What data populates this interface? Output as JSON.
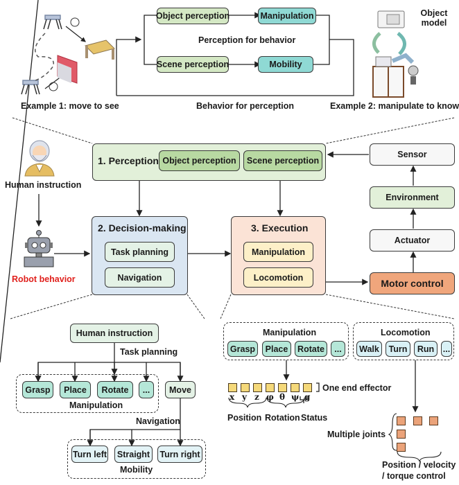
{
  "top_panel": {
    "object_perception": "Object perception",
    "scene_perception": "Scene perception",
    "manipulation": "Manipulation",
    "mobility": "Mobility",
    "perception_for_behavior": "Perception for behavior",
    "behavior_for_perception": "Behavior for perception",
    "example1": "Example 1: move to see",
    "example2": "Example 2: manipulate to know",
    "object_model": "Object model"
  },
  "left": {
    "human_instruction": "Human instruction",
    "robot_behavior": "Robot behavior",
    "robot_behavior_color": "#e0201c"
  },
  "perception": {
    "title": "1. Perception",
    "object": "Object perception",
    "scene": "Scene perception"
  },
  "decision": {
    "title": "2. Decision-making",
    "items": [
      "Task planning",
      "Navigation"
    ]
  },
  "execution": {
    "title": "3. Execution",
    "items": [
      "Manipulation",
      "Locomotion"
    ]
  },
  "loop": {
    "sensor": "Sensor",
    "environment": "Environment",
    "actuator": "Actuator",
    "motor_control": "Motor control"
  },
  "decision_detail": {
    "human_instruction": "Human instruction",
    "task_planning": "Task planning",
    "manip_items": [
      "Grasp",
      "Place",
      "Rotate",
      "..."
    ],
    "move": "Move",
    "manipulation": "Manipulation",
    "navigation": "Navigation",
    "mobility_items": [
      "Turn left",
      "Straight",
      "Turn right"
    ],
    "mobility": "Mobility"
  },
  "execution_detail": {
    "manipulation": "Manipulation",
    "manip_items": [
      "Grasp",
      "Place",
      "Rotate",
      "..."
    ],
    "locomotion": "Locomotion",
    "loco_items": [
      "Walk",
      "Turn",
      "Run",
      "..."
    ],
    "end_effector_vars": [
      "x",
      "y",
      "z",
      "φ",
      "θ",
      "ψ",
      "g"
    ],
    "one_end_effector": "One end effector",
    "position": "Position",
    "rotation": "Rotation",
    "status": "Status",
    "multiple_joints": "Multiple joints",
    "control_line1": "Position / velocity",
    "control_line2": "/ torque control"
  },
  "colors": {
    "perception_bg": "#e2f0d9",
    "decision_bg": "#dae6f2",
    "execution_bg": "#fbe3d6",
    "motor_control_bg": "#f0a67c"
  }
}
